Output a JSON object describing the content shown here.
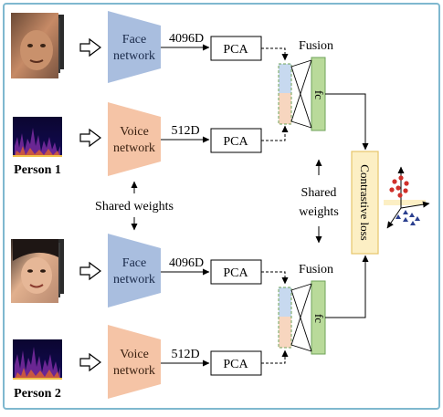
{
  "colors": {
    "frame": "#7fb8cf",
    "face_network": "#a9bedf",
    "voice_network": "#f5c4a6",
    "fc_fill": "#b9da9a",
    "fc_stroke": "#6fa35a",
    "loss_fill": "#fcefc4",
    "loss_stroke": "#e7c56a",
    "red_points": "#d0302a",
    "blue_points": "#2a3f8f"
  },
  "persons": [
    {
      "label": "Person 1",
      "image_type": "face-photo-stack",
      "spectrogram": "spectrogram-image",
      "face_network": [
        "Face",
        "network"
      ],
      "voice_network": [
        "Voice",
        "network"
      ],
      "face_dim": "4096D",
      "voice_dim": "512D",
      "pca": "PCA",
      "fusion": "Fusion",
      "fc": "fc"
    },
    {
      "label": "Person 2",
      "image_type": "face-photo-stack",
      "spectrogram": "spectrogram-image",
      "face_network": [
        "Face",
        "network"
      ],
      "voice_network": [
        "Voice",
        "network"
      ],
      "face_dim": "4096D",
      "voice_dim": "512D",
      "pca": "PCA",
      "fusion": "Fusion",
      "fc": "fc"
    }
  ],
  "shared_weights_left": "Shared weights",
  "shared_weights_mid": [
    "Shared",
    "weights"
  ],
  "contrastive_loss": "Contrastive loss",
  "embedding_icon": "3d-embedding-scatter-icon"
}
